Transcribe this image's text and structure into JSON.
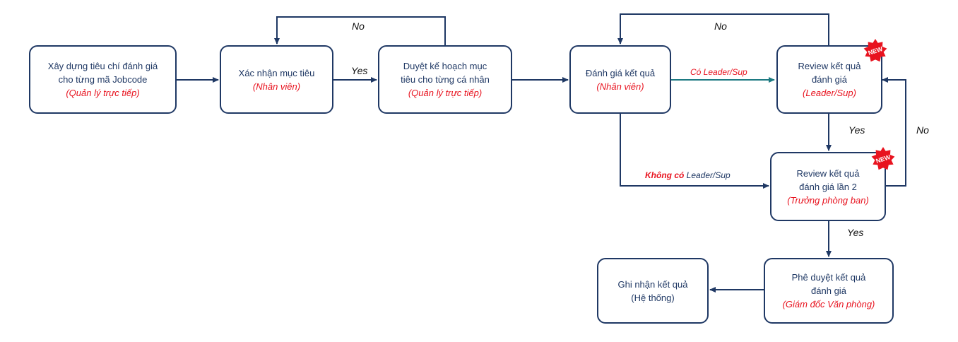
{
  "nodes": {
    "n1": {
      "lines": [
        "Xây dựng tiêu chí đánh giá",
        "cho từng mã Jobcode"
      ],
      "role": "(Quản lý trực tiếp)"
    },
    "n2": {
      "lines": [
        "Xác nhận mục tiêu"
      ],
      "role": "(Nhân viên)"
    },
    "n3": {
      "lines": [
        "Duyệt kế hoạch mục",
        "tiêu cho từng cá nhân"
      ],
      "role": "(Quản lý trực tiếp)"
    },
    "n4": {
      "lines": [
        "Đánh giá kết quả"
      ],
      "role": "(Nhân viên)"
    },
    "n5": {
      "lines": [
        "Review kết quả",
        "đánh giá"
      ],
      "role": "(Leader/Sup)"
    },
    "n6": {
      "lines": [
        "Review kết quả",
        "đánh giá lần 2"
      ],
      "role": "(Trưởng phòng ban)"
    },
    "n7": {
      "lines": [
        "Phê duyệt kết quả",
        "đánh giá"
      ],
      "role": "(Giám đốc Văn phòng)"
    },
    "n8": {
      "lines": [
        "Ghi nhận kết quả",
        "(Hệ thống)"
      ],
      "role": ""
    }
  },
  "labels": {
    "no_1": "No",
    "yes_1": "Yes",
    "no_2": "No",
    "co_leader": "Có Leader/Sup",
    "yes_2": "Yes",
    "no_3": "No",
    "khong_co": "Không có",
    "khong_co_rest": " Leader/Sup",
    "yes_3": "Yes"
  },
  "badge_text": "NEW",
  "colors": {
    "box": "#1f3864",
    "role": "#e8131f",
    "teal": "#1d7a82",
    "badge": "#e8131f"
  }
}
